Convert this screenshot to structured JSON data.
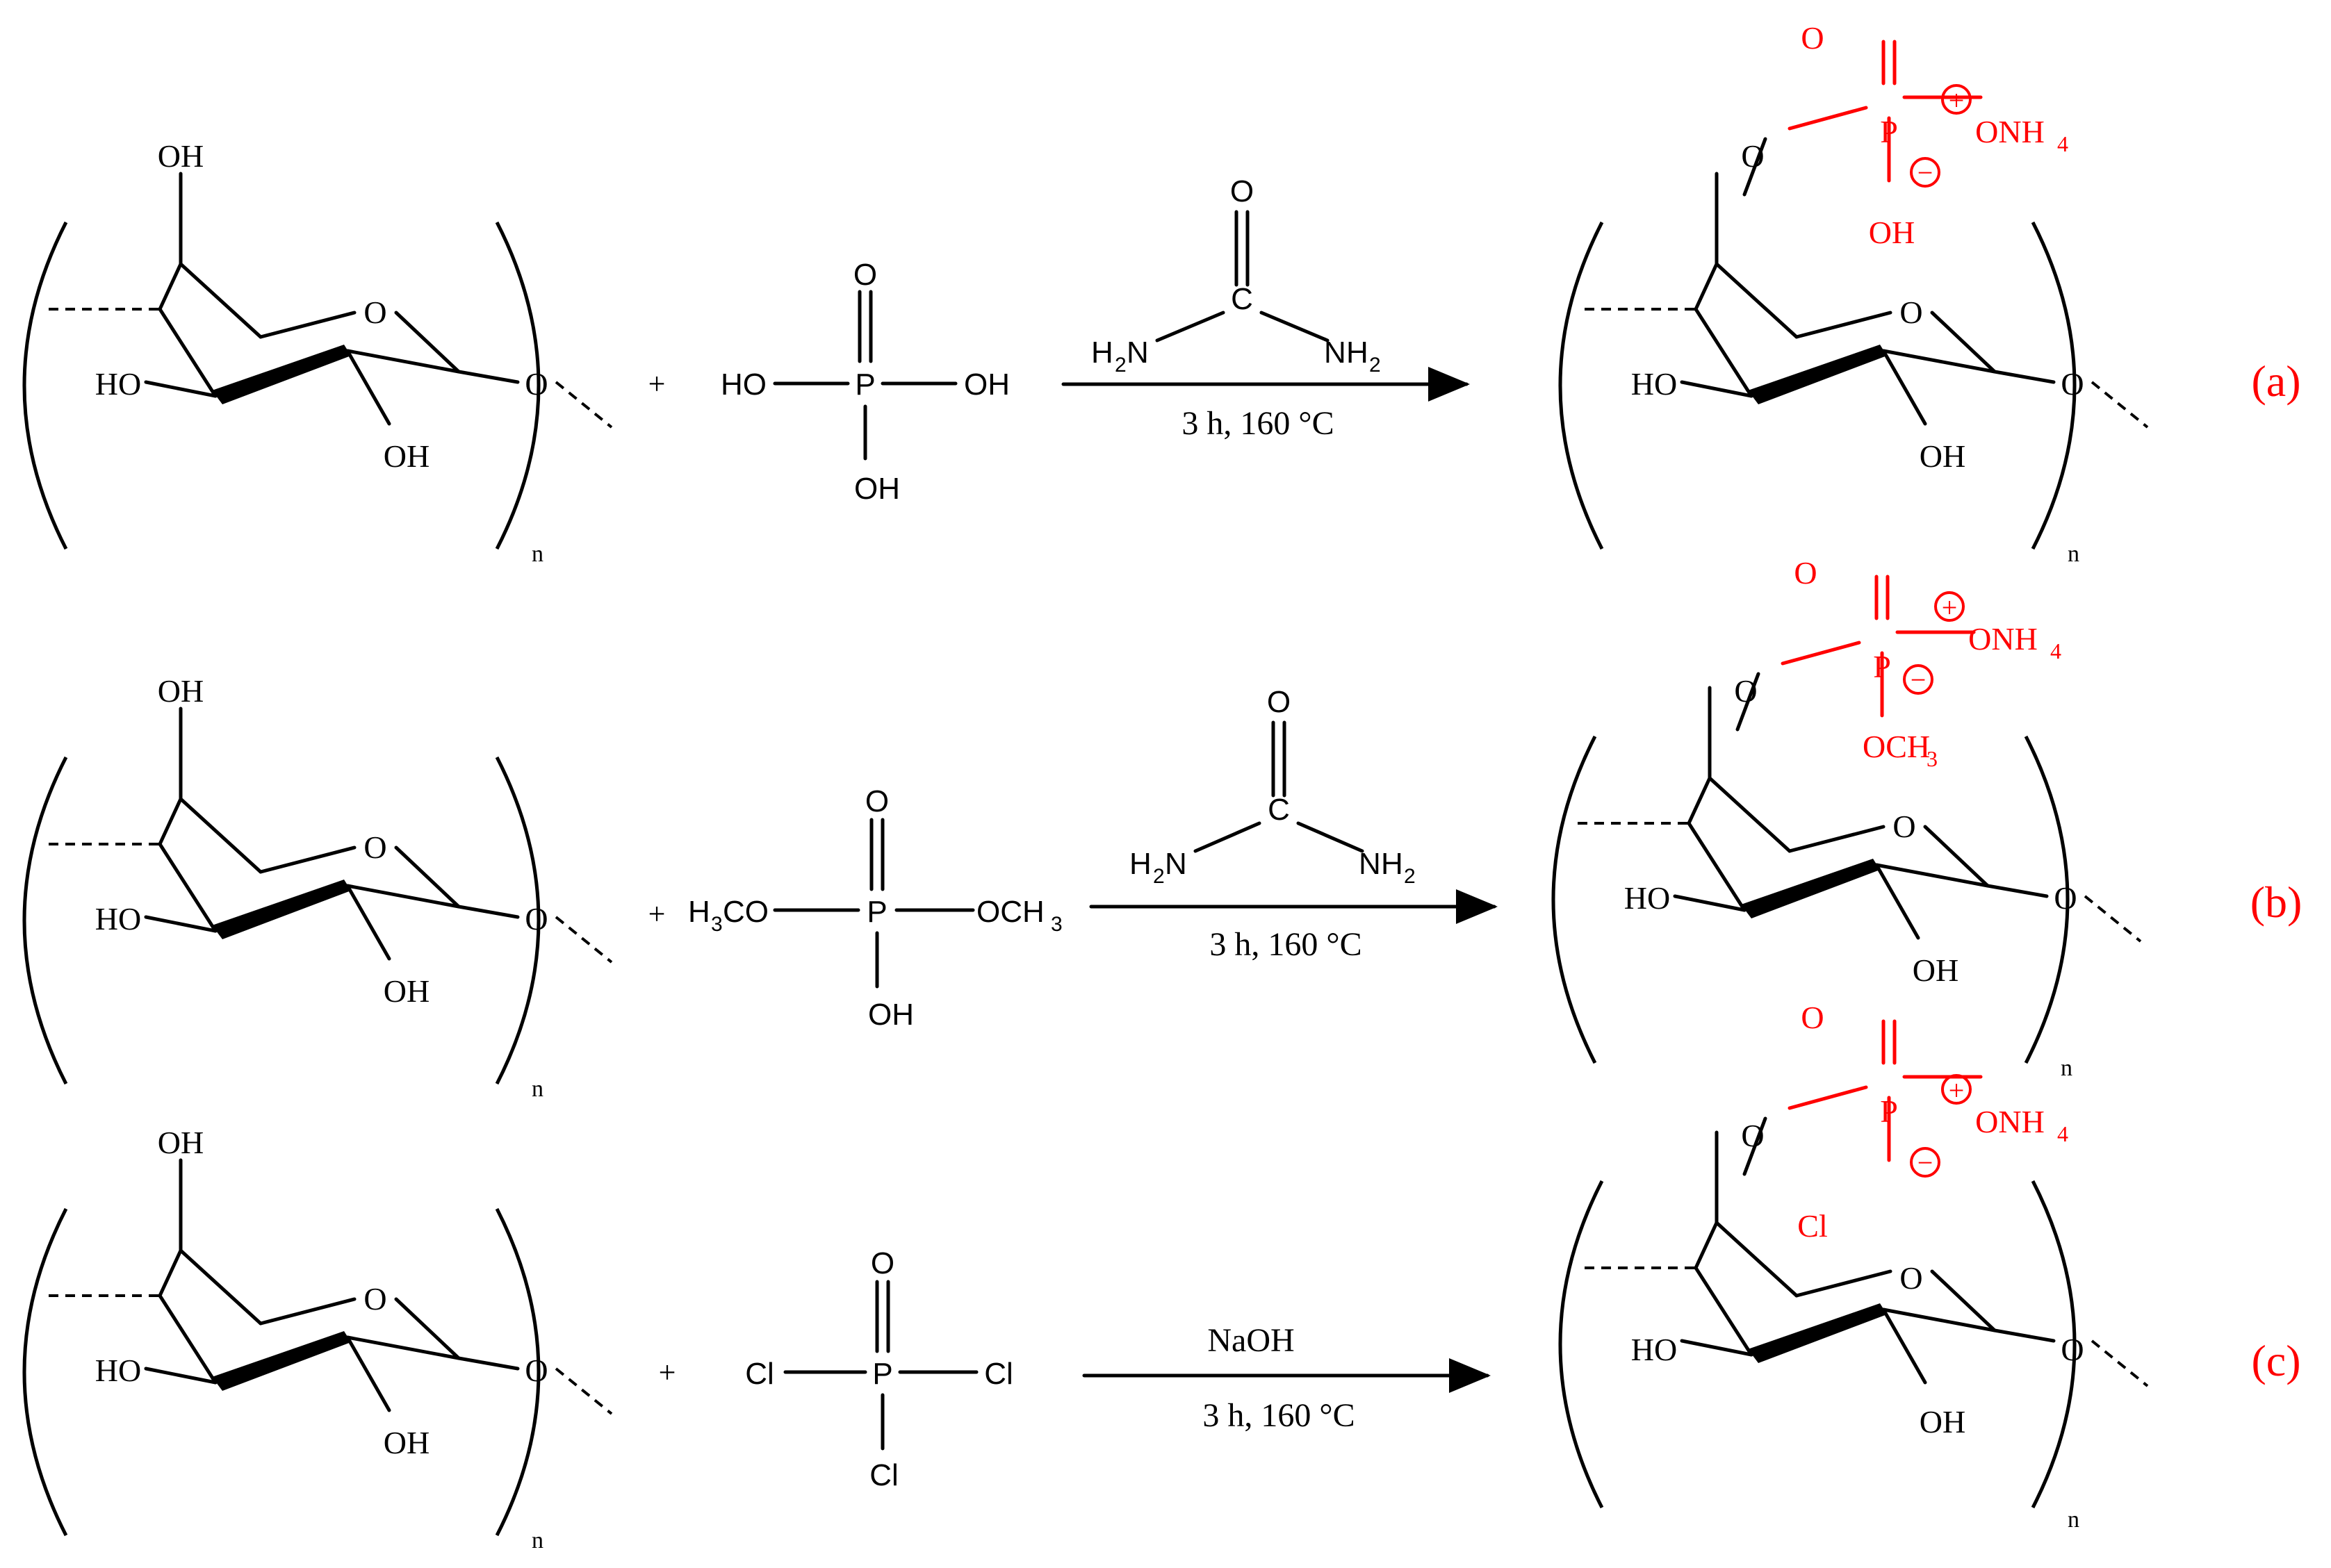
{
  "colors": {
    "ink": "#000000",
    "product": "#ff0000"
  },
  "labels": {
    "OH": "OH",
    "HO": "HO",
    "O": "O",
    "n": "n",
    "plus": "+",
    "P": "P",
    "Cl": "Cl",
    "C": "C",
    "H": "H",
    "N": "N",
    "sub2": "2",
    "sub3": "3",
    "sub4": "4",
    "OCH": "OCH",
    "ONH": "ONH",
    "CO": "CO",
    "plus_sign": "+",
    "minus_sign": "−"
  },
  "reactions": [
    {
      "id": "a",
      "label": "(a)",
      "reagent": "urea",
      "condition": "3 h, 160 °C"
    },
    {
      "id": "b",
      "label": "(b)",
      "reagent": "urea",
      "condition": "3 h, 160 °C"
    },
    {
      "id": "c",
      "label": "(c)",
      "reagent_text": "NaOH",
      "condition": "3 h, 160 °C"
    }
  ]
}
